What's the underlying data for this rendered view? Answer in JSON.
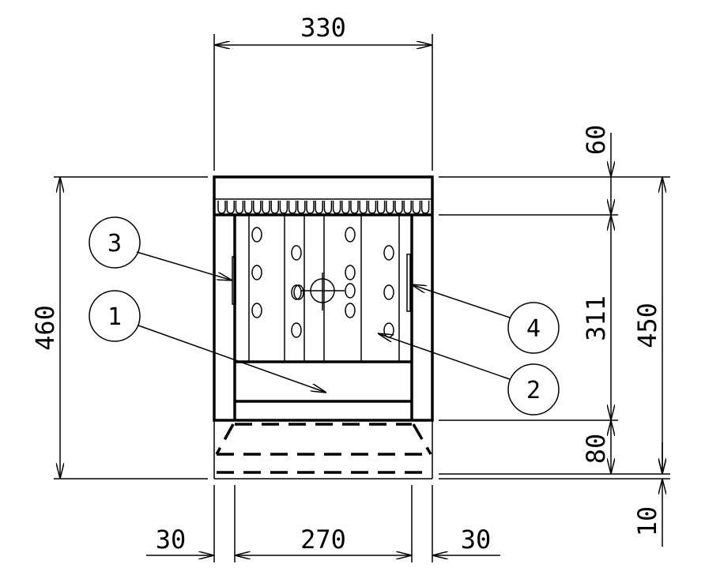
{
  "dimensions": {
    "top_width": "330",
    "left_height": "460",
    "right_total": "450",
    "right_top": "60",
    "right_middle": "311",
    "right_lower": "80",
    "right_bottom": "10",
    "bottom_left": "30",
    "bottom_middle": "270",
    "bottom_right": "30"
  },
  "callouts": [
    "1",
    "2",
    "3",
    "4"
  ]
}
